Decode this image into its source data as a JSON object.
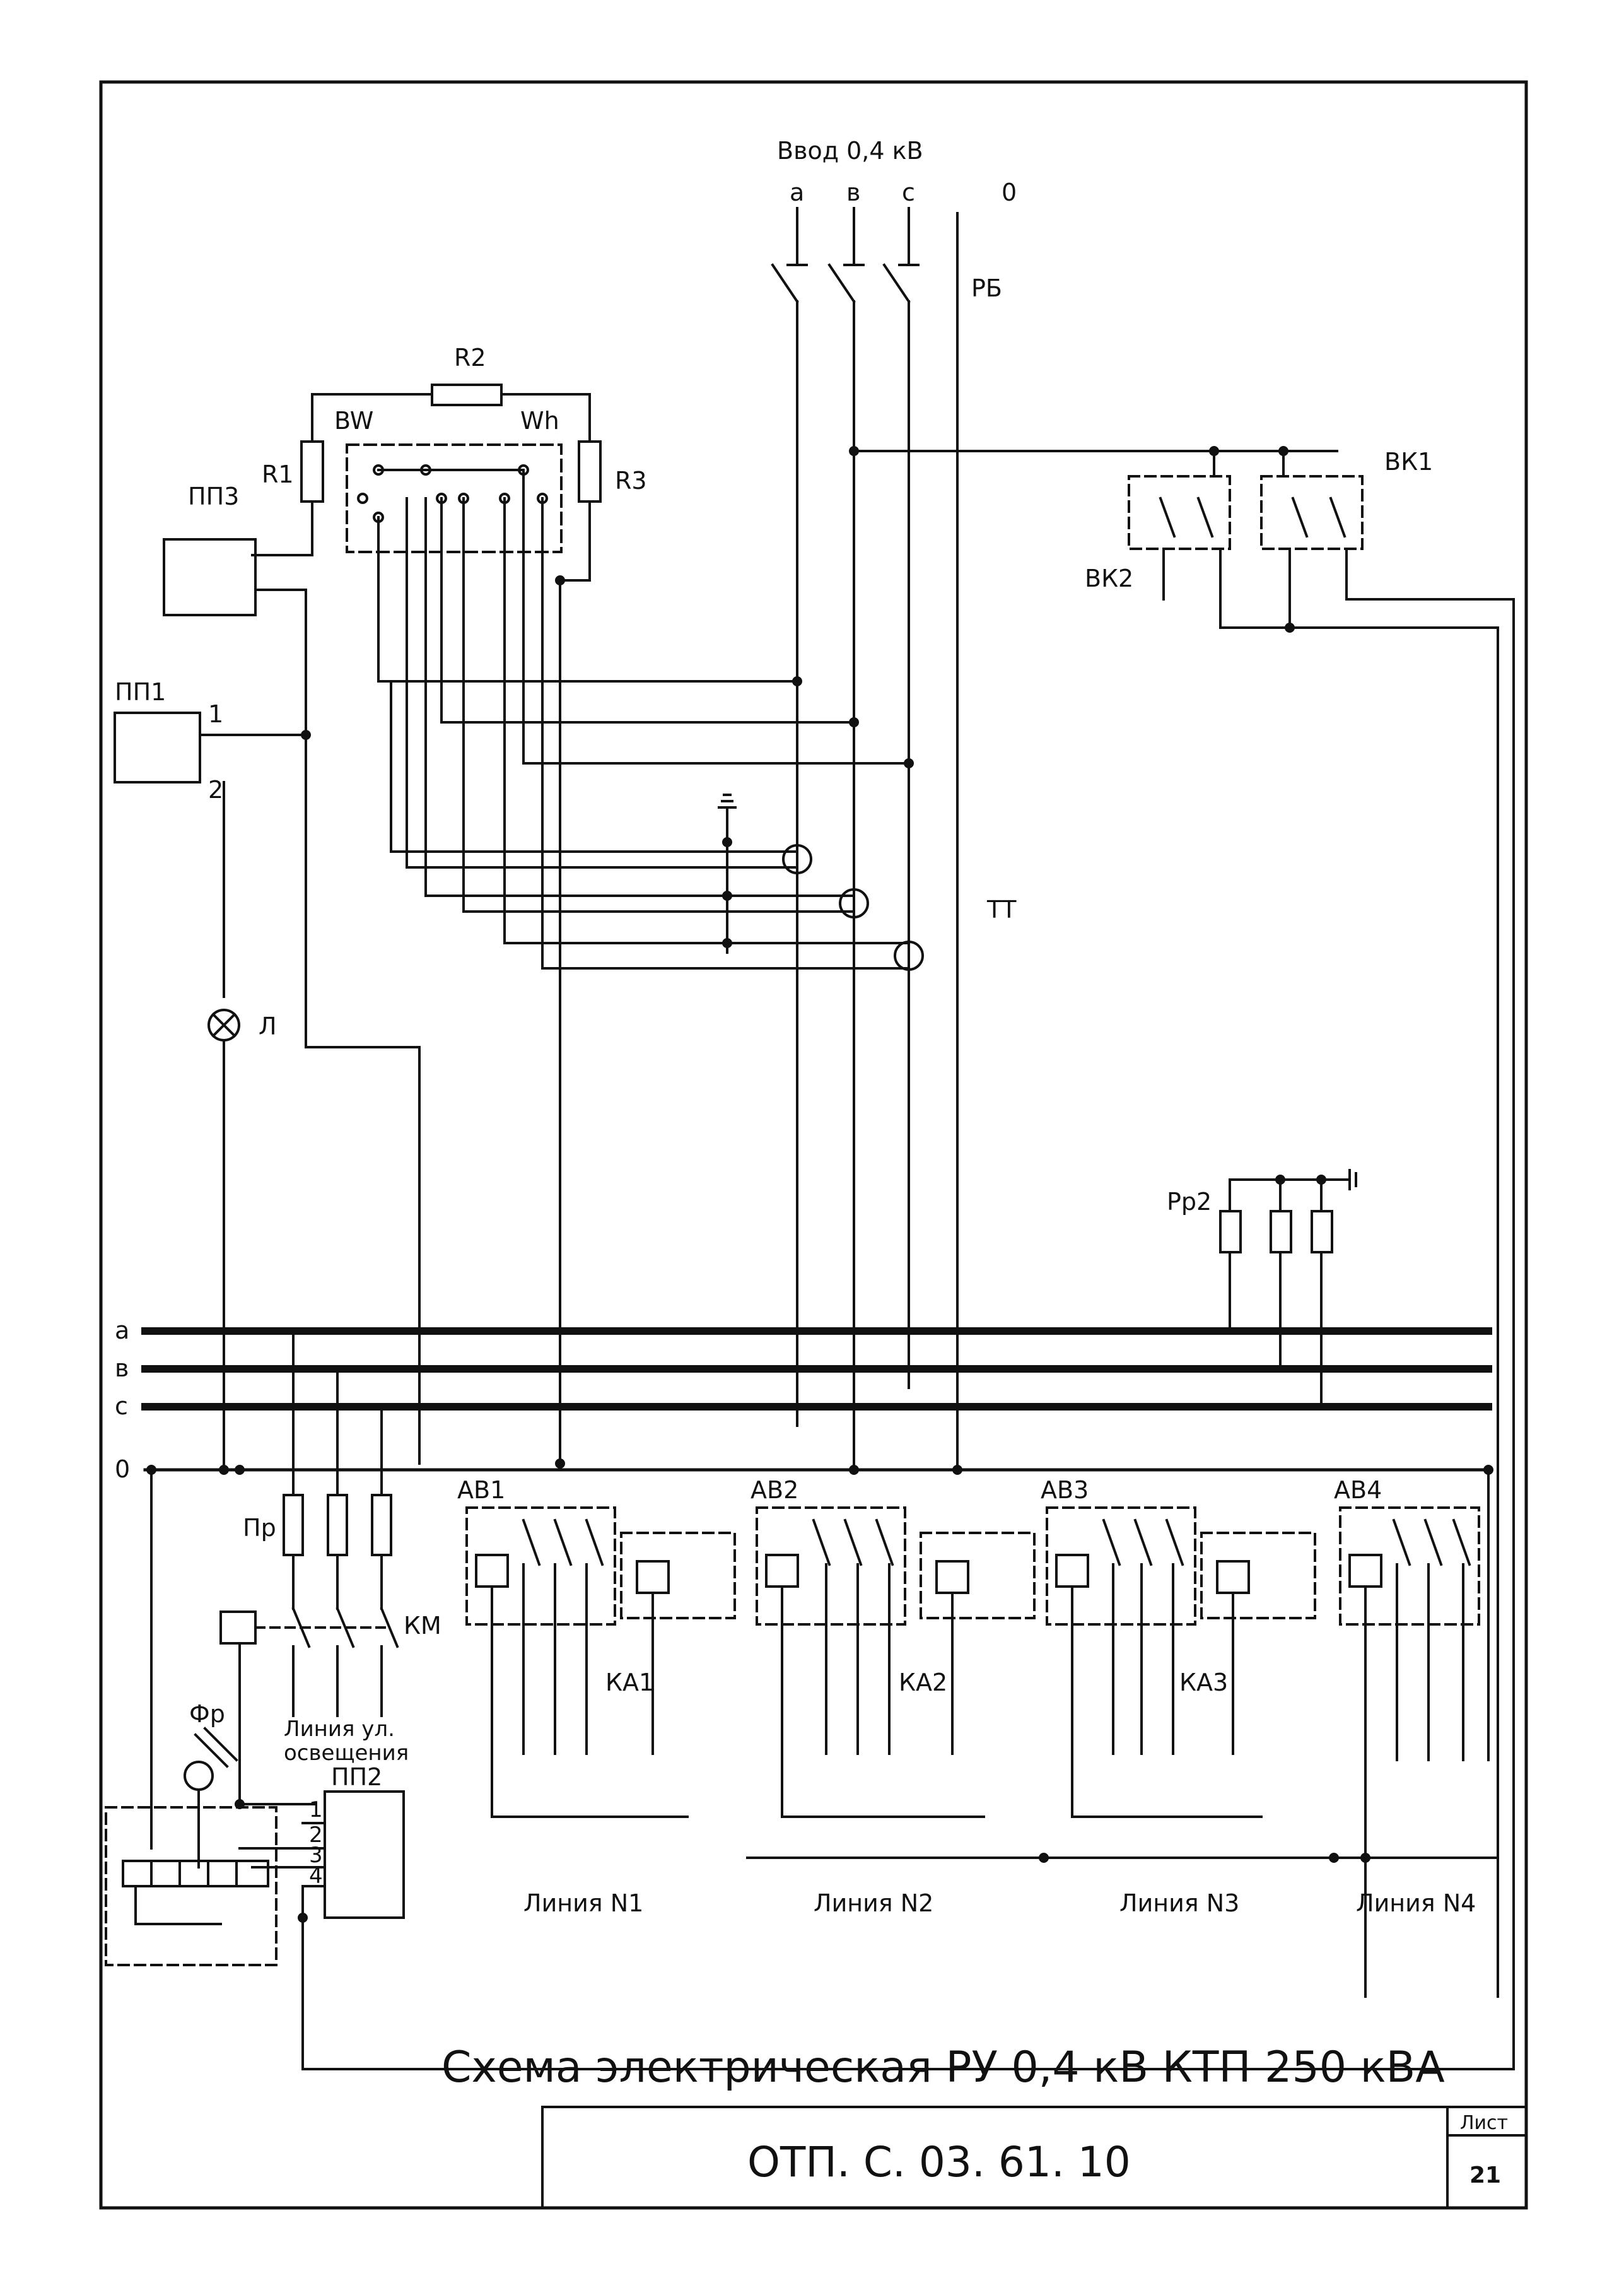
{
  "input": {
    "title": "Ввод 0,4 кВ",
    "phases": [
      "a",
      "в",
      "c",
      "0"
    ],
    "switch": "РБ"
  },
  "components": {
    "r1": "R1",
    "r2": "R2",
    "r3": "R3",
    "bw": "BW",
    "wh": "Wh",
    "pp3": "ПП3",
    "pp1": "ПП1",
    "pp1_t1": "1",
    "pp1_t2": "2",
    "lamp": "Л",
    "tt": "ТТ",
    "vk1": "ВК1",
    "vk2": "ВК2",
    "rp2": "Рр2",
    "pr": "Пр",
    "km": "КМ",
    "fr": "Фр",
    "pp2": "ПП2",
    "pp2_terms": [
      "1",
      "2",
      "3",
      "4"
    ]
  },
  "buses": [
    "a",
    "в",
    "c",
    "0"
  ],
  "breakers": [
    "АВ1",
    "АВ2",
    "АВ3",
    "АВ4"
  ],
  "relays": [
    "КА1",
    "КА2",
    "КА3"
  ],
  "street_light": [
    "Линия ул.",
    "освещения"
  ],
  "lines": [
    "Линия N1",
    "Линия N2",
    "Линия N3",
    "Линия N4"
  ],
  "title_block": {
    "title": "Схема электрическая РУ 0,4 кВ КТП 250 кВА",
    "code": "ОТП. С. 03. 61. 10",
    "sheet_label": "Лист",
    "sheet_number": "21"
  },
  "colors": {
    "ink": "#111111",
    "paper": "#ffffff"
  }
}
